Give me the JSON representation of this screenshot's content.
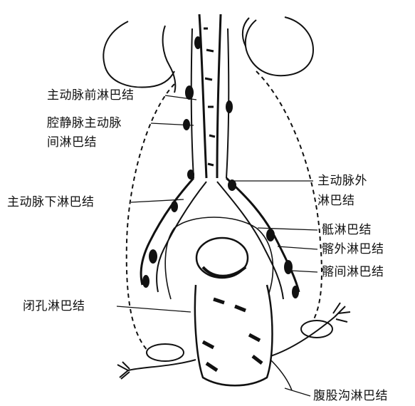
{
  "labels": {
    "preaortic": "主动脉前淋巴结",
    "aortocaval_line1": "腔静脉主动脉",
    "aortocaval_line2": "间淋巴结",
    "subaortic": "主动脉下淋巴结",
    "obturator": "闭孔淋巴结",
    "lateral_aortic_line1": "主动脉外",
    "lateral_aortic_line2": "淋巴结",
    "sacral": "骶淋巴结",
    "external_iliac": "髂外淋巴结",
    "interiliac": "髂间淋巴结",
    "inguinal": "腹股沟淋巴结"
  },
  "colors": {
    "ink": "#111111",
    "paper": "#ffffff"
  }
}
